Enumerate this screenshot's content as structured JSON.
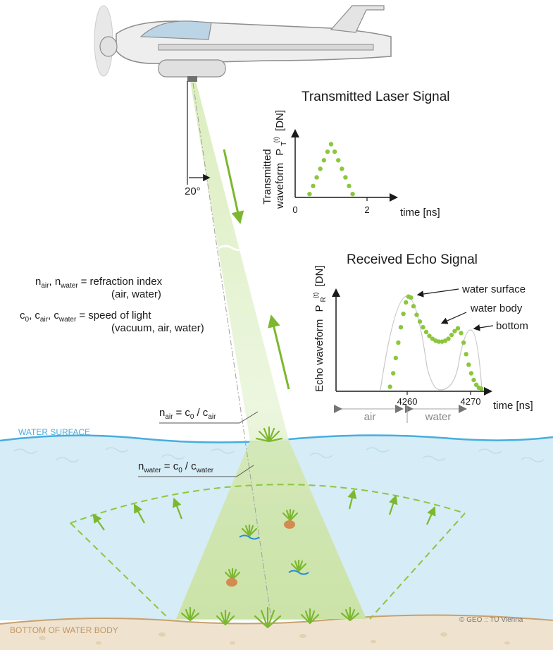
{
  "angle_label": "20°",
  "transmitted": {
    "title": "Transmitted Laser Signal",
    "ylabel_line1": "Transmitted",
    "ylabel_line2": "waveform",
    "ylabel_symbol": "P",
    "ylabel_sup": "(t)",
    "ylabel_sub": "T",
    "ylabel_unit": "[DN]",
    "x_ticks": [
      "0",
      "2"
    ],
    "xlabel": "time [ns]"
  },
  "received": {
    "title": "Received Echo Signal",
    "ylabel_text": "Echo waveform",
    "ylabel_symbol": "P",
    "ylabel_sup": "(t)",
    "ylabel_sub": "R",
    "ylabel_unit": "[DN]",
    "x_ticks": [
      "4260",
      "4270"
    ],
    "xlabel": "time [ns]",
    "annotations": [
      "water surface",
      "water body",
      "bottom"
    ],
    "segments": [
      "air",
      "water"
    ]
  },
  "legend": {
    "n_symbol": "n",
    "n_air_sub": "air",
    "n_water_sub": "water",
    "refraction_def": "= refraction index",
    "refraction_media": "(air, water)",
    "c_symbol": "c",
    "c0_sub": "0",
    "c_air_sub": "air",
    "c_water_sub": "water",
    "speed_def": "= speed of light",
    "speed_media": "(vacuum, air, water)"
  },
  "formula_air": {
    "n": "n",
    "n_sub": "air",
    "eq": "= c",
    "c0_sub": "0",
    "slash": "/ c",
    "c_sub": "air"
  },
  "formula_water": {
    "n": "n",
    "n_sub": "water",
    "eq": "= c",
    "c0_sub": "0",
    "slash": "/ c",
    "c_sub": "water"
  },
  "water_surface_label": "WATER SURFACE",
  "bottom_label": "BOTTOM OF WATER BODY",
  "credit": "© GEO :: TU Vienna",
  "colors": {
    "water": "#d6ecf6",
    "water_line": "#46ade0",
    "beam": "#cfe6a8",
    "dots": "#8cc63f",
    "arrow": "#7cb82f",
    "sediment": "#efe3cf",
    "bottom_line": "#c8a06c",
    "bottom_text": "#c49462"
  },
  "chart_data": [
    {
      "type": "scatter",
      "title": "Transmitted Laser Signal",
      "xlabel": "time [ns]",
      "ylabel": "Transmitted waveform P_T(t) [DN]",
      "x_ticks": [
        0,
        2
      ],
      "series": [
        {
          "x": [
            0.4,
            0.5,
            0.6,
            0.7,
            0.8,
            0.9,
            1.0,
            1.1,
            1.2,
            1.3,
            1.4,
            1.5,
            1.6
          ],
          "y": [
            0.05,
            0.2,
            0.36,
            0.52,
            0.68,
            0.84,
            0.98,
            0.84,
            0.68,
            0.52,
            0.36,
            0.2,
            0.05
          ]
        }
      ]
    },
    {
      "type": "scatter",
      "title": "Received Echo Signal",
      "xlabel": "time [ns]",
      "ylabel": "Echo waveform P_R(t) [DN]",
      "x_ticks": [
        4260,
        4270
      ],
      "series": [
        {
          "x": [
            4257.3,
            4257.8,
            4258.2,
            4258.6,
            4259.0,
            4259.4,
            4259.8,
            4260.2,
            4260.6,
            4261.0,
            4261.5,
            4262.0,
            4262.5,
            4263.0,
            4263.5,
            4264.0,
            4264.5,
            4265.0,
            4265.5,
            4266.0,
            4266.5,
            4267.0,
            4267.5,
            4268.0,
            4268.5,
            4268.9,
            4269.3,
            4269.7,
            4270.1,
            4270.5,
            4270.9,
            4271.3,
            4271.7
          ],
          "y": [
            0.04,
            0.18,
            0.34,
            0.5,
            0.66,
            0.8,
            0.92,
            0.98,
            0.97,
            0.88,
            0.79,
            0.72,
            0.66,
            0.61,
            0.57,
            0.54,
            0.52,
            0.51,
            0.51,
            0.52,
            0.54,
            0.58,
            0.62,
            0.65,
            0.6,
            0.5,
            0.38,
            0.27,
            0.18,
            0.11,
            0.06,
            0.03,
            0.02
          ]
        }
      ]
    }
  ]
}
